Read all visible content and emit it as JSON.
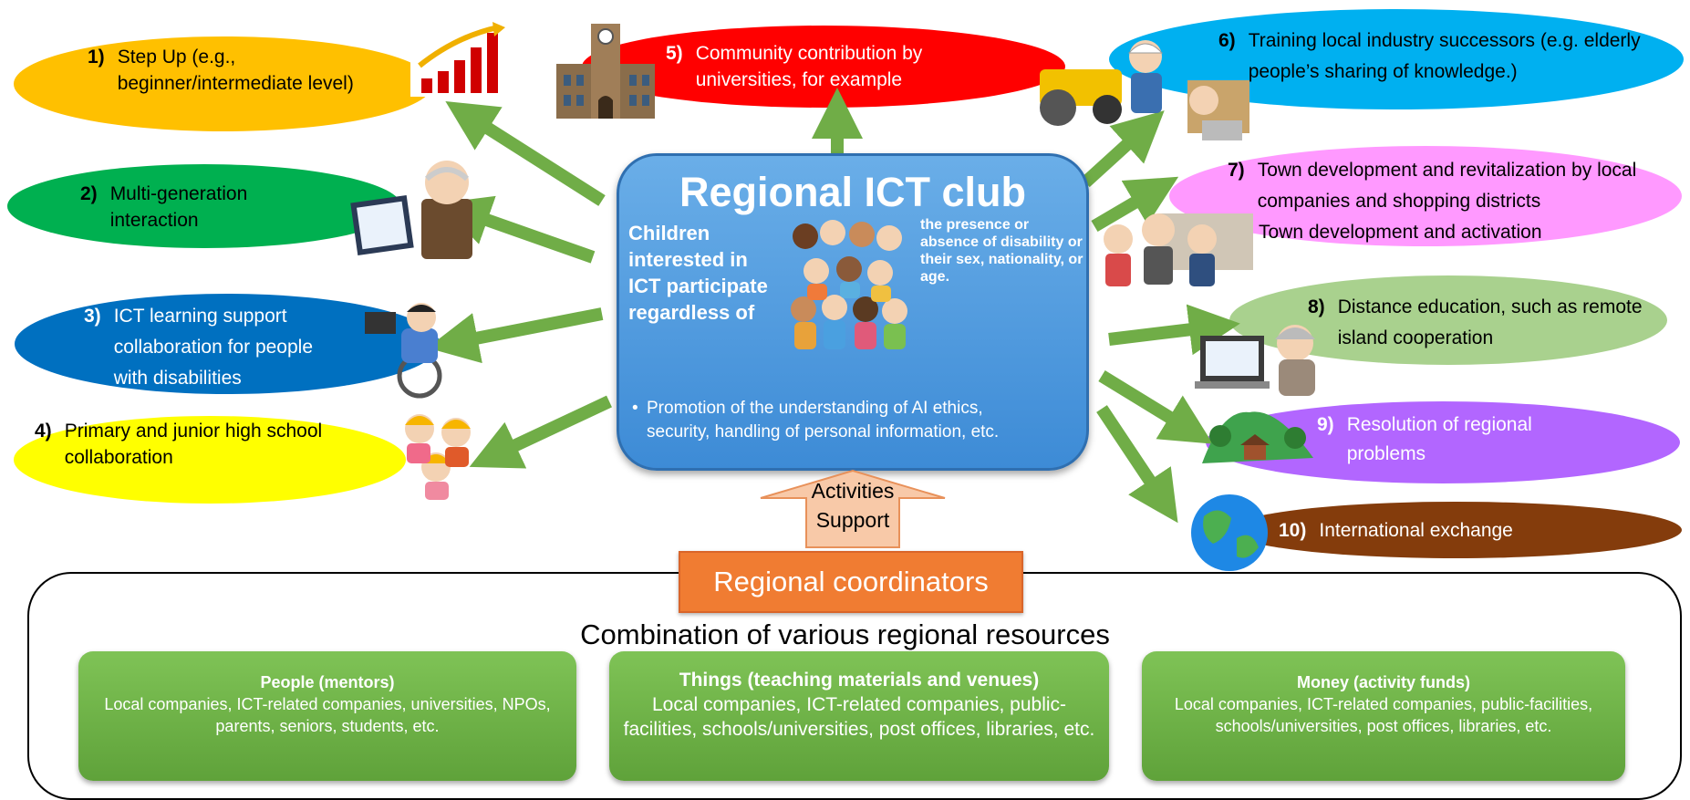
{
  "center": {
    "title": "Regional ICT club",
    "left_text": "Children interested in ICT participate regardless of",
    "right_text": "the presence or absence of disability or their sex, nationality, or age.",
    "bullet": "Promotion of the understanding of AI ethics, security, handling of personal information, etc."
  },
  "items": [
    {
      "num": "1)",
      "text": "Step Up (e.g., beginner/intermediate level)",
      "color": "#ffc000"
    },
    {
      "num": "2)",
      "text": "Multi-generation interaction",
      "color": "#00b050"
    },
    {
      "num": "3)",
      "text": "ICT learning support collaboration for people with disabilities",
      "color": "#0070c0"
    },
    {
      "num": "4)",
      "text": "Primary and junior high school collaboration",
      "color": "#ffff00"
    },
    {
      "num": "5)",
      "text": "Community contribution by universities, for example",
      "color": "#ff0000"
    },
    {
      "num": "6)",
      "text": "Training local industry successors (e.g. elderly people’s sharing of knowledge.)",
      "color": "#00b0f0"
    },
    {
      "num": "7)",
      "text": "Town development and revitalization by local companies and shopping districts",
      "color": "#ff99ff"
    },
    {
      "num": "",
      "text": "Town development and activation",
      "color": ""
    },
    {
      "num": "8)",
      "text": "Distance education, such as remote island cooperation",
      "color": "#a9d18e"
    },
    {
      "num": "9)",
      "text": "Resolution of regional problems",
      "color": "#b266ff"
    },
    {
      "num": "10)",
      "text": "International exchange",
      "color": "#843c0c"
    }
  ],
  "activities": {
    "line1": "Activities",
    "line2": "Support"
  },
  "coordinators": "Regional coordinators",
  "combination": "Combination of various regional resources",
  "resources": [
    {
      "title": "People (mentors)",
      "body": "Local companies, ICT-related companies, universities, NPOs, parents, seniors, students, etc."
    },
    {
      "title": "Things (teaching materials and venues)",
      "body": "Local companies, ICT-related companies, public-facilities, schools/universities, post offices, libraries, etc."
    },
    {
      "title": "Money (activity funds)",
      "body": "Local companies, ICT-related companies, public-facilities, schools/universities, post offices, libraries, etc."
    }
  ],
  "colors": {
    "arrow": "#70ad47",
    "club": "#5b9bd5",
    "coordinators": "#f07c32",
    "cards": "#70ad47"
  }
}
